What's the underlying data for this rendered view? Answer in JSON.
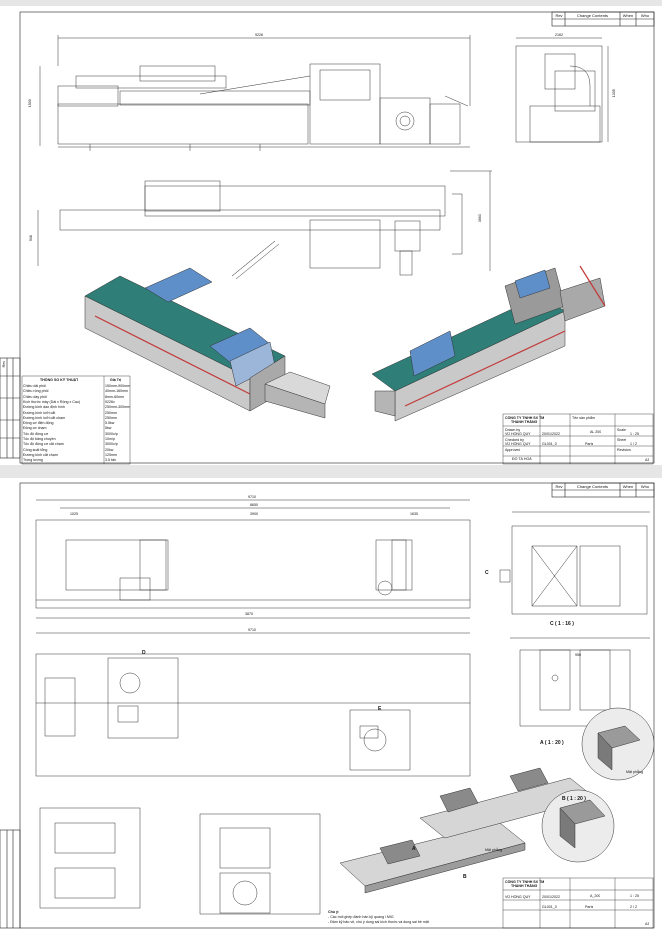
{
  "sheet1": {
    "revision_header": {
      "col1": "Rev",
      "col2": "Change Contents",
      "col3": "When",
      "col4": "Who"
    },
    "dimensions": {
      "overall_length": "9226",
      "height": "1500",
      "end_width": "2162",
      "depth": "1305",
      "plan_width": "3663",
      "plan_depth": "938"
    },
    "spec_table": {
      "title": "THÔNG SỐ KỸ THUẬT",
      "value_header": "Giá Trị",
      "rows": [
        {
          "label": "Chiều dài phôi",
          "value": "150mm-900mm"
        },
        {
          "label": "Chiều rộng phôi",
          "value": "40mm-160mm"
        },
        {
          "label": "Chiều dày phôi",
          "value": "8mm-60mm"
        },
        {
          "label": "Kích thước máy (Dài x Rộng x Cao)",
          "value": "9226x"
        },
        {
          "label": "Đường kính dao định hình",
          "value": "250mm-300mm"
        },
        {
          "label": "Đường kính lưỡi cắt",
          "value": "250mm"
        },
        {
          "label": "Đường kính lưỡi cắt chạm",
          "value": "250mm"
        },
        {
          "label": "Động cơ điện động",
          "value": "5.5kw"
        },
        {
          "label": "Động cơ chạm",
          "value": "5kw"
        },
        {
          "label": "Tốc độ động cơ",
          "value": "3000v/p"
        },
        {
          "label": "Tốc độ băng chuyền",
          "value": "10m/p"
        },
        {
          "label": "Tốc độ động cơ cắt chạm",
          "value": "3000v/p"
        },
        {
          "label": "Công suất tổng",
          "value": "20kw"
        },
        {
          "label": "Đường kính cắt chạm",
          "value": "125mm"
        },
        {
          "label": "Trọng lượng",
          "value": "3.5 tấn"
        }
      ]
    },
    "side_revision_labels": [
      "Rev",
      "Ref",
      "Ref",
      "Ref",
      "Ref",
      "Ref",
      "Ref"
    ],
    "title_block": {
      "company": "CÔNG TY TNHH SX TM",
      "company2": "THÀNH THẮNG",
      "drawn_label": "Drawn by",
      "drawn_by": "VŨ HỒNG QUÝ",
      "date": "20/01/2022",
      "checked_label": "Checked by",
      "checked_by": "VŨ HỒNG QUÝ",
      "approved_label": "Approved",
      "approved_by": "ĐỖ TÁ HOÀ",
      "drawing_no": "GL001_0",
      "name_label": "Tên sản phẩm",
      "name": "Parts",
      "scale_label": "Scale",
      "scale": "1 : 25",
      "sheet_label": "Sheet",
      "sheet": "1 / 2",
      "product": "AL 200",
      "format": "A3",
      "revision_label": "Revision"
    }
  },
  "sheet2": {
    "revision_header": {
      "col1": "Rev",
      "col2": "Change Contents",
      "col3": "When",
      "col4": "Who"
    },
    "dimensions": {
      "overall": "9710",
      "inner": "8650",
      "left": "1025",
      "mid": "3900",
      "right": "1635",
      "span1": "3870",
      "span2": "1580",
      "plan_total": "9710",
      "end_w": "950"
    },
    "view_labels": {
      "c_arrow": "C",
      "c_scale": "C ( 1 : 16 )",
      "detail_d": "D",
      "detail_e": "E",
      "detail_a": "A ( 1 : 20 )",
      "detail_b": "B ( 1 : 20 )",
      "callout_a": "A",
      "callout_b": "B",
      "note_right": "Mặt phẳng",
      "iso_note": "Mặt phẳng"
    },
    "notes": {
      "title": "Chú ý:",
      "line1": "- Các mối ghép đánh hàn kỹ quang / MIG",
      "line2": "- Đảm kỹ bảo vệ, chú ý dung sai kích thước và dung sai bề mặt"
    },
    "title_block": {
      "company": "CÔNG TY TNHH SX TM",
      "company2": "THÀNH THẮNG",
      "drawn_by": "VŨ HỒNG QUÝ",
      "date": "20/01/2022",
      "drawing_no": "GL001_0",
      "name": "Parts",
      "scale": "1 : 25",
      "sheet": "2 / 2",
      "product": "A_200",
      "format": "A3"
    }
  },
  "colors": {
    "machine_blue": "#5e8fc9",
    "machine_teal": "#2f7f78",
    "machine_grey": "#8d8d8d",
    "red_stripe": "#c23a3a",
    "line": "#222222"
  }
}
